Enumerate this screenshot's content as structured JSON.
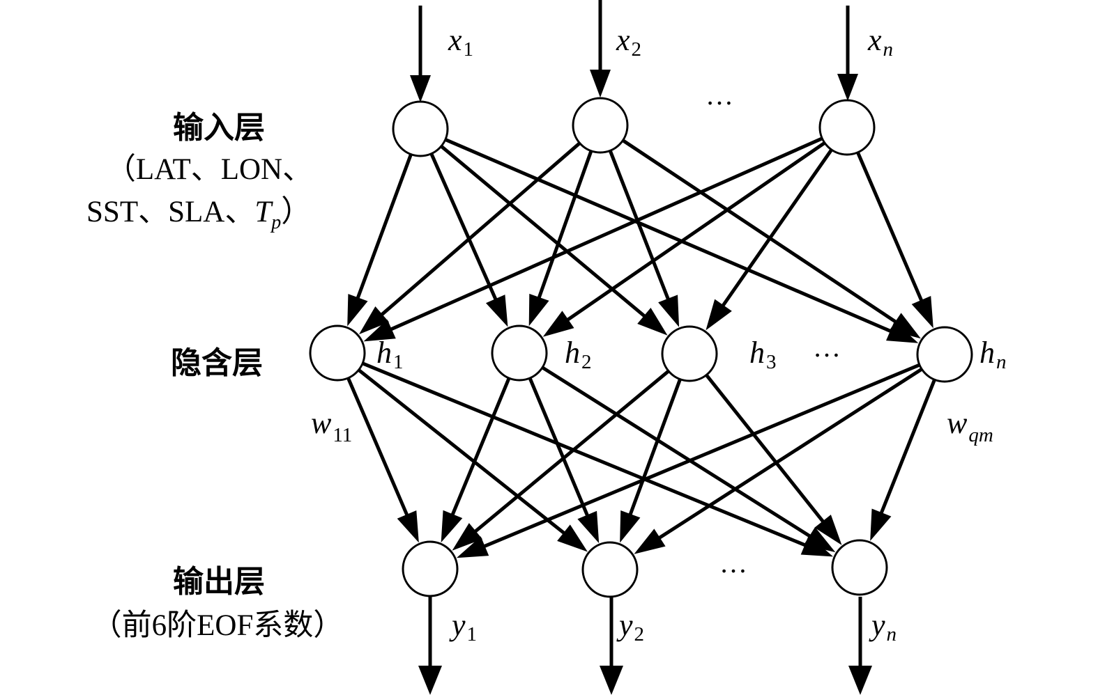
{
  "layers": {
    "input": {
      "title": "输入层",
      "note_line1": "（LAT、LON、",
      "note_line2_prefix": "SST、SLA、",
      "note_line2_var": "T",
      "note_line2_sub": "p",
      "note_line2_suffix": "）"
    },
    "hidden": {
      "title": "隐含层"
    },
    "output": {
      "title": "输出层",
      "note": "（前6阶EOF系数）"
    }
  },
  "inputs": [
    {
      "var": "x",
      "sub": "1"
    },
    {
      "var": "x",
      "sub": "2"
    },
    {
      "var": "x",
      "sub": "n"
    }
  ],
  "hidden_nodes": [
    {
      "var": "h",
      "sub": "1"
    },
    {
      "var": "h",
      "sub": "2"
    },
    {
      "var": "h",
      "sub": "3"
    },
    {
      "var": "h",
      "sub": "n"
    }
  ],
  "outputs": [
    {
      "var": "y",
      "sub": "1"
    },
    {
      "var": "y",
      "sub": "2"
    },
    {
      "var": "y",
      "sub": "n"
    }
  ],
  "weights": {
    "first": {
      "var": "w",
      "sub": "11"
    },
    "last": {
      "var": "w",
      "sub": "qm"
    }
  },
  "ellipsis": "…"
}
